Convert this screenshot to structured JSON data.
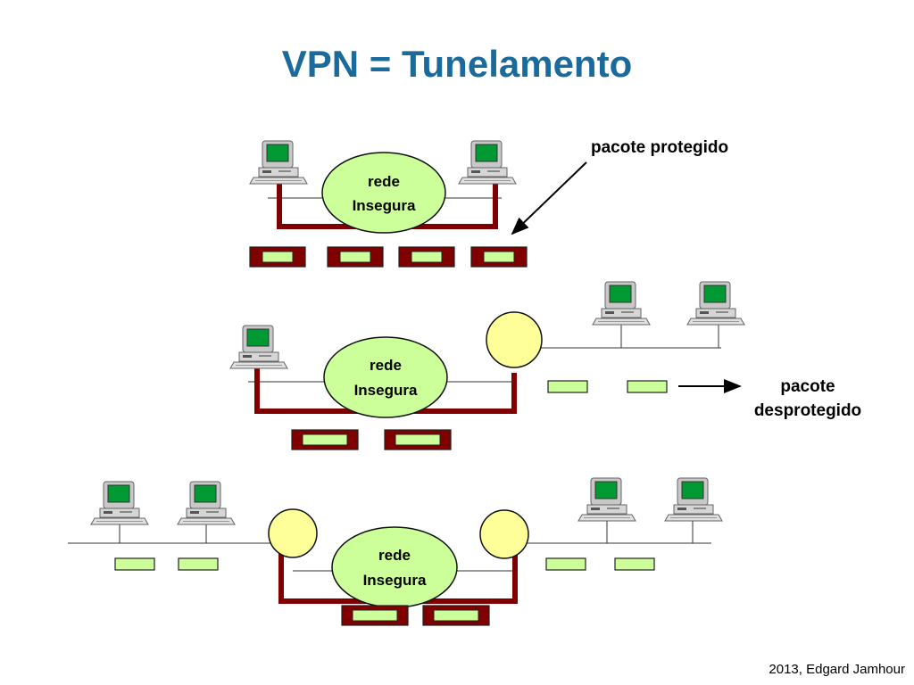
{
  "title": "VPN = Tunelamento",
  "cloud_label_line1": "rede",
  "cloud_label_line2": "Insegura",
  "callout_protected": "pacote protegido",
  "callout_unprotected_line1": "pacote",
  "callout_unprotected_line2": "desprotegido",
  "footer": "2013, Edgard Jamhour",
  "colors": {
    "title": "#1a6b9c",
    "tunnel": "#800000",
    "packet_payload": "#ccff99",
    "cloud_fill": "#ccff99",
    "gateway_fill": "#ffff99",
    "monitor_screen": "#009933"
  }
}
